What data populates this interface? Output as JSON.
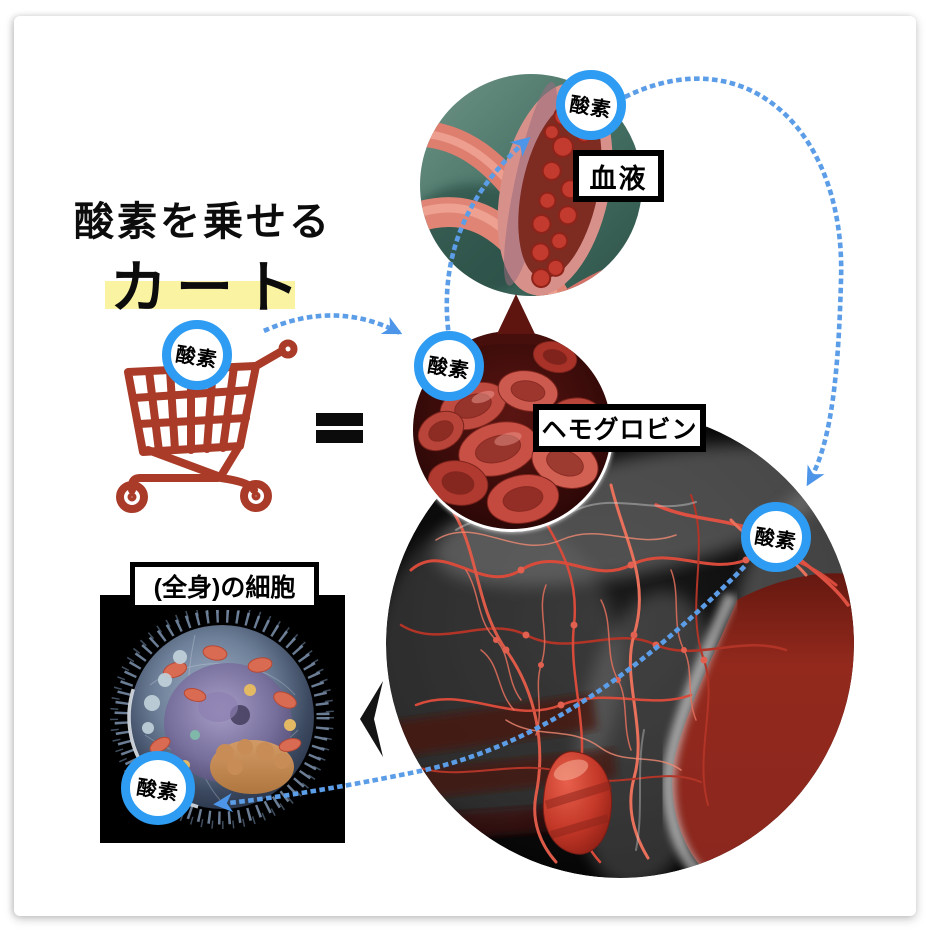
{
  "title": {
    "line1": "酸素を乗せる",
    "line2": "カート"
  },
  "equals_sign": "=",
  "oxygen_badge_label": "酸素",
  "section_labels": {
    "blood": "血液",
    "hemoglobin": "ヘモグロビン",
    "body_cells": "(全身)の細胞"
  },
  "colors": {
    "badge_ring_blue": "#2D9CF2",
    "dotted_arrow_blue": "#5C9DE8",
    "cart_red": "#A93B28",
    "highlight_yellow": "#F9F3A2",
    "label_border": "#000000"
  },
  "icons": {
    "cart": "shopping-cart-icon",
    "equals": "equals-icon",
    "chevron": "left-chevron-icon",
    "arrows": "dotted-arrow-blue"
  }
}
